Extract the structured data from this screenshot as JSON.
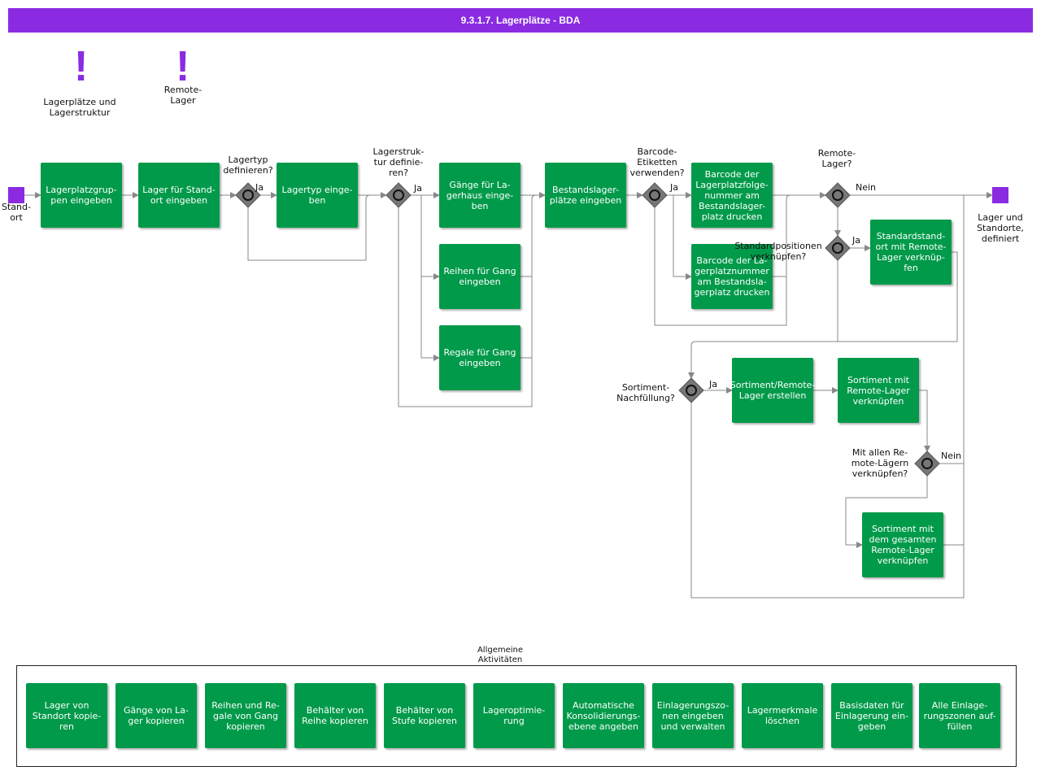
{
  "title": "9.3.1.7. Lagerplätze - BDA",
  "colors": {
    "accent": "#8a2be2",
    "box": "#009a4a",
    "gateway": "#777777",
    "line": "#888888"
  },
  "notes": [
    {
      "icon": "exclamation-icon",
      "mark": "!",
      "label": "Lagerplätze und Lagerstruktur"
    },
    {
      "icon": "exclamation-icon",
      "mark": "!",
      "label": "Remote-Lager"
    }
  ],
  "events": {
    "start": "Stand-ort",
    "end": "Lager und Standorte, definiert"
  },
  "boxes": {
    "lagerplatzgruppen": "Lagerplatzgrup-pen eingeben",
    "lager_standort": "Lager für Stand-ort eingeben",
    "lagertyp": "Lagertyp einge-ben",
    "gaenge": "Gänge für La-gerhaus einge-ben",
    "reihen": "Reihen für Gang eingeben",
    "regale": "Regale für Gang eingeben",
    "bestandslager": "Bestandslager-plätze eingeben",
    "barcode_folge": "Barcode der Lagerplatzfolge-nummer am Bestandslager-platz drucken",
    "barcode_nummer": "Barcode der La-gerplatznummer am Bestandsla-gerplatz drucken",
    "standard_remote": "Standardstand-ort mit Remote-Lager verknüp-fen",
    "sortiment_erstellen": "Sortiment/Remote-Lager erstellen",
    "sortiment_verknuepfen": "Sortiment mit Remote-Lager verknüpfen",
    "sortiment_gesamt": "Sortiment mit dem gesamten Remote-Lager verknüpfen"
  },
  "gateways": {
    "lagertyp_q": "Lagertyp definieren?",
    "lagerstruktur_q": "Lagerstruk-tur definie-ren?",
    "barcode_q": "Barcode-Etiketten verwenden?",
    "remote_q": "Remote-Lager?",
    "standard_q": "Standardpositionen verknüpfen?",
    "sortiment_q": "Sortiment-Nachfüllung?",
    "alle_q": "Mit allen Re-mote-Lägern verknüpfen?"
  },
  "flow_labels": {
    "ja": "Ja",
    "nein": "Nein"
  },
  "general": {
    "title": "Allgemeine Aktivitäten",
    "items": [
      "Lager von Standort kopie-ren",
      "Gänge von La-ger kopieren",
      "Reihen und Re-gale von Gang kopieren",
      "Behälter von Reihe kopieren",
      "Behälter von Stufe kopieren",
      "Lageroptimie-rung",
      "Automatische Konsolidierungs-ebene angeben",
      "Einlagerungszo-nen eingeben und verwalten",
      "Lagermerkmale löschen",
      "Basisdaten für Einlagerung ein-geben",
      "Alle Einlage-rungszonen auf-füllen"
    ]
  }
}
